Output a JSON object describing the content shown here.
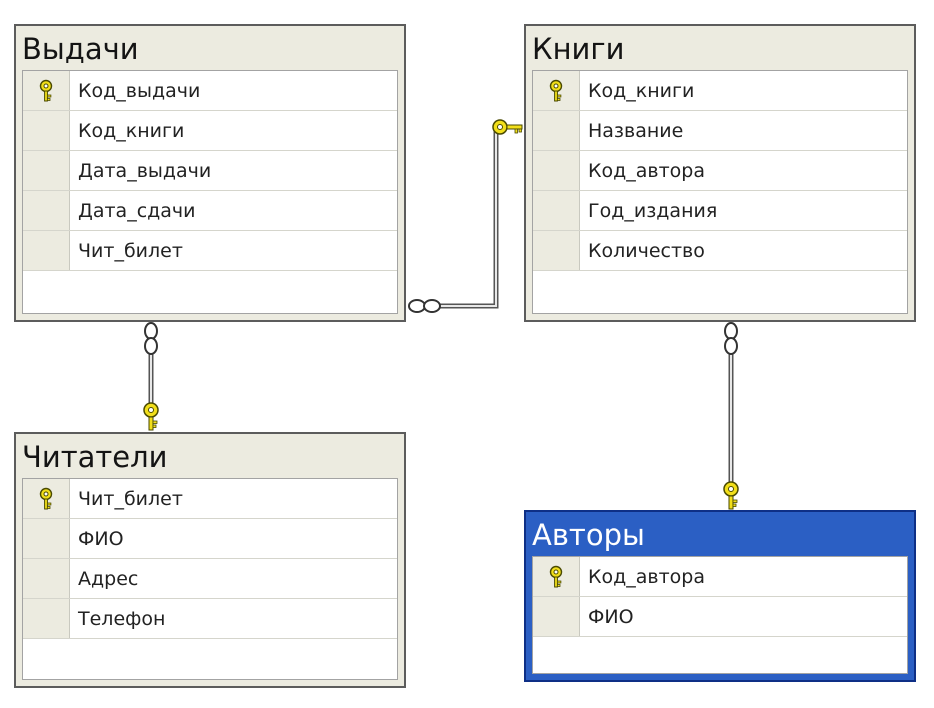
{
  "tables": {
    "vydachi": {
      "title": "Выдачи",
      "columns": [
        "Код_выдачи",
        "Код_книги",
        "Дата_выдачи",
        "Дата_сдачи",
        "Чит_билет"
      ],
      "primary_key": "Код_выдачи"
    },
    "knigi": {
      "title": "Книги",
      "columns": [
        "Код_книги",
        "Название",
        "Код_автора",
        "Год_издания",
        "Количество"
      ],
      "primary_key": "Код_книги"
    },
    "chitateli": {
      "title": "Читатели",
      "columns": [
        "Чит_билет",
        "ФИО",
        "Адрес",
        "Телефон"
      ],
      "primary_key": "Чит_билет"
    },
    "avtory": {
      "title": "Авторы",
      "columns": [
        "Код_автора",
        "ФИО"
      ],
      "primary_key": "Код_автора",
      "selected": true
    }
  },
  "relationships": [
    {
      "from": "Выдачи",
      "to": "Книги",
      "many_side": "Выдачи",
      "one_side": "Книги"
    },
    {
      "from": "Выдачи",
      "to": "Читатели",
      "many_side": "Выдачи",
      "one_side": "Читатели"
    },
    {
      "from": "Книги",
      "to": "Авторы",
      "many_side": "Книги",
      "one_side": "Авторы"
    }
  ],
  "colors": {
    "table_background": "#ecebe0",
    "selected_title_background": "#2b5fc4",
    "key_icon": "#f2df1a",
    "connector": "#555555"
  },
  "icons": {
    "primary_key": "key-icon",
    "one_end": "key-icon",
    "many_end": "infinity-icon"
  }
}
